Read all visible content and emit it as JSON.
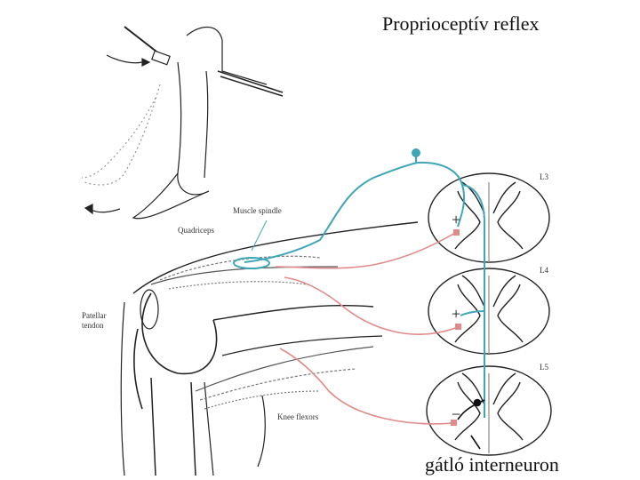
{
  "title": "Proprioceptív reflex",
  "caption": "gátló interneuron",
  "labels": {
    "muscle_spindle": "Muscle spindle",
    "quadriceps": "Quadriceps",
    "patellar_tendon_line1": "Patellar",
    "patellar_tendon_line2": "tendon",
    "knee_flexors": "Knee flexors",
    "level_l3": "L3",
    "level_l4": "L4",
    "level_l5": "L5"
  },
  "synapse_signs": {
    "l3": "+",
    "l4": "+",
    "l5": "−"
  },
  "colors": {
    "afferent": "#3fa6b8",
    "efferent": "#e08a8a",
    "ink": "#222222"
  }
}
